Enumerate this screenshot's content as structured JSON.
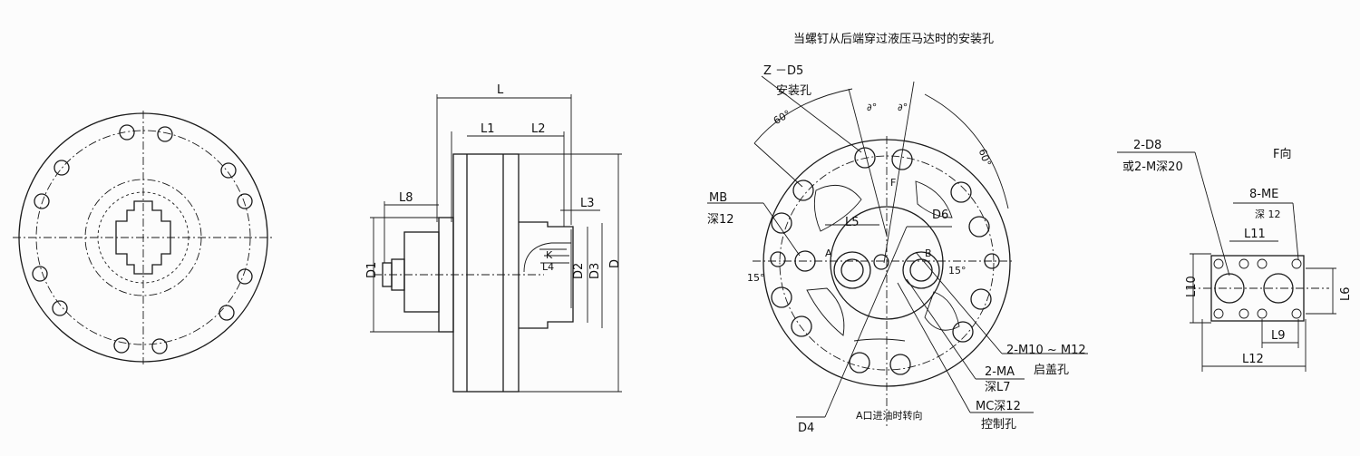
{
  "header": {
    "note_top": "当螺钉从后端穿过液压马达时的安装孔"
  },
  "side_view": {
    "L": "L",
    "L1": "L1",
    "L2": "L2",
    "L3": "L3",
    "L8": "L8",
    "D1": "D1",
    "D2": "D2",
    "D3": "D3",
    "D": "D",
    "K": "K",
    "L4": "L4"
  },
  "rear_view": {
    "Z_D5": "Z －D5",
    "mount_hole": "安装孔",
    "angle60a": "60°",
    "angle60b": "60°",
    "theta1": "∂°",
    "theta2": "∂°",
    "MB": "MB",
    "depth12": "深12",
    "L5": "L5",
    "D6": "D6",
    "F": "F",
    "A": "A",
    "B": "B",
    "angle15a": "15°",
    "angle15b": "15°",
    "M10": "2-M10 ~ M12",
    "cover_hole": "启盖孔",
    "MA": "2-MA",
    "depthL7": "深L7",
    "MC": "MC深12",
    "control_hole": "控制孔",
    "D4": "D4",
    "rotation": "A口进油时转向"
  },
  "f_view": {
    "title": "F向",
    "D8": "2-D8",
    "M_depth": "或2-M深20",
    "ME": "8-ME",
    "depth12b": "深 12",
    "L11": "L11",
    "L10": "L10",
    "L6": "L6",
    "L9": "L9",
    "L12": "L12"
  }
}
